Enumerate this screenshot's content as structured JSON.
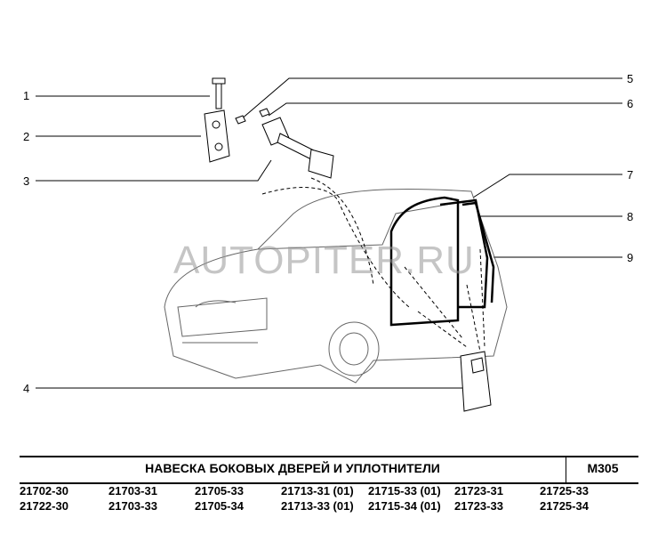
{
  "callouts": [
    "1",
    "2",
    "3",
    "4",
    "5",
    "6",
    "7",
    "8",
    "9"
  ],
  "watermark": "AUTOPITER.RU",
  "title": "НАВЕСКА  БОКОВЫХ  ДВЕРЕЙ  И  УПЛОТНИТЕЛИ",
  "code": "M305",
  "models": [
    [
      "21702-30",
      "21722-30"
    ],
    [
      "21703-31",
      "21703-33"
    ],
    [
      "21705-33",
      "21705-34"
    ],
    [
      "21713-31 (01)",
      "21713-33 (01)"
    ],
    [
      "21715-33 (01)",
      "21715-34 (01)"
    ],
    [
      "21723-31",
      "21723-33"
    ],
    [
      "21725-33",
      "21725-34"
    ]
  ]
}
